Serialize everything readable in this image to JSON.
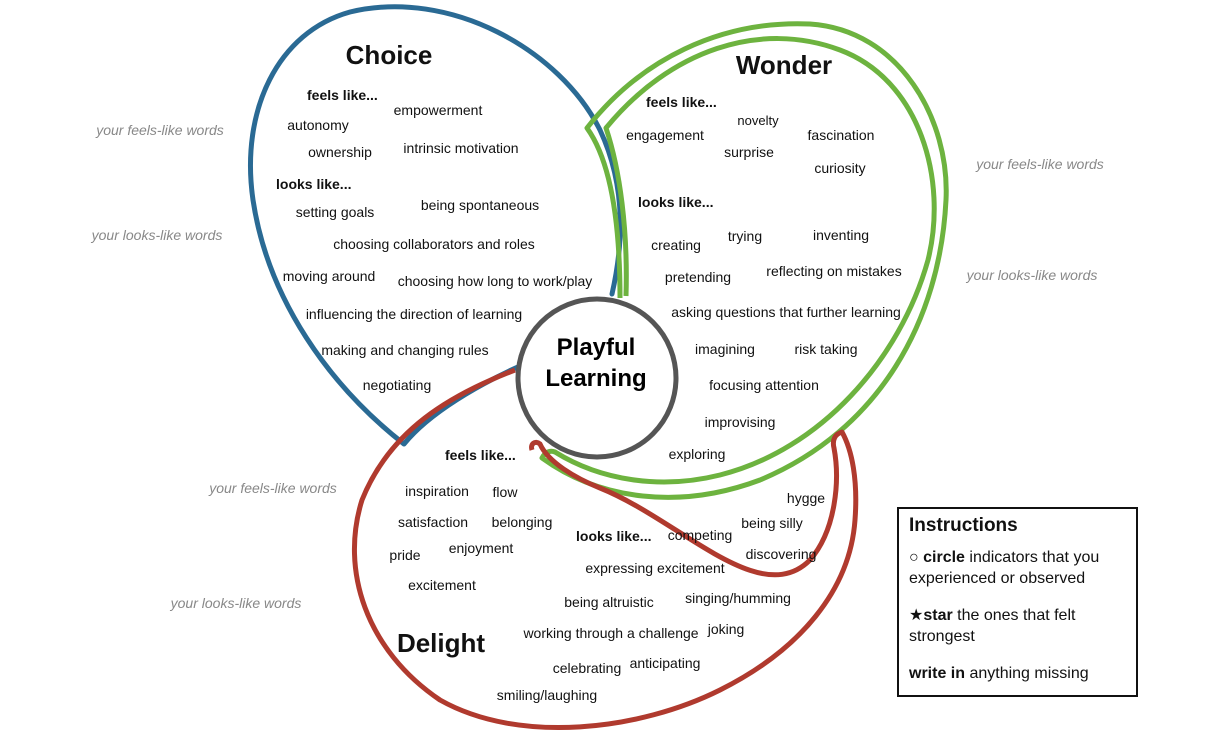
{
  "center": {
    "line1": "Playful",
    "line2": "Learning"
  },
  "choice": {
    "title": "Choice",
    "color": "#2a6a94",
    "feels_label": "feels like...",
    "feels": [
      "empowerment",
      "autonomy",
      "ownership",
      "intrinsic motivation"
    ],
    "looks_label": "looks like...",
    "looks": [
      "setting goals",
      "being spontaneous",
      "choosing collaborators and roles",
      "moving around",
      "choosing how long to work/play",
      "influencing the direction of learning",
      "making and changing rules",
      "negotiating"
    ]
  },
  "wonder": {
    "title": "Wonder",
    "color": "#6db33f",
    "feels_label": "feels like...",
    "feels": [
      "novelty",
      "engagement",
      "fascination",
      "surprise",
      "curiosity"
    ],
    "looks_label": "looks like...",
    "looks": [
      "creating",
      "trying",
      "inventing",
      "pretending",
      "reflecting on mistakes",
      "asking questions that further learning",
      "imagining",
      "risk taking",
      "focusing attention",
      "improvising",
      "exploring"
    ]
  },
  "delight": {
    "title": "Delight",
    "color": "#b03a2e",
    "feels_label": "feels like...",
    "feels": [
      "inspiration",
      "flow",
      "satisfaction",
      "belonging",
      "pride",
      "enjoyment",
      "excitement"
    ],
    "looks_label": "looks like...",
    "looks": [
      "hygge",
      "being silly",
      "competing",
      "discovering",
      "expressing excitement",
      "singing/humming",
      "being altruistic",
      "joking",
      "working through a challenge",
      "anticipating",
      "celebrating",
      "smiling/laughing"
    ]
  },
  "prompts": {
    "choice_feels": "your feels-like words",
    "choice_looks": "your looks-like words",
    "wonder_feels": "your feels-like words",
    "wonder_looks": "your looks-like words",
    "delight_feels": "your feels-like words",
    "delight_looks": "your looks-like words"
  },
  "instructions": {
    "heading": "Instructions",
    "line1_symbol": "○",
    "line1_bold": "circle",
    "line1_rest": " indicators that you experienced or observed",
    "line2_symbol": "★",
    "line2_bold": "star",
    "line2_rest": " the ones that felt strongest",
    "line3_bold": "write in",
    "line3_rest": " anything missing"
  }
}
